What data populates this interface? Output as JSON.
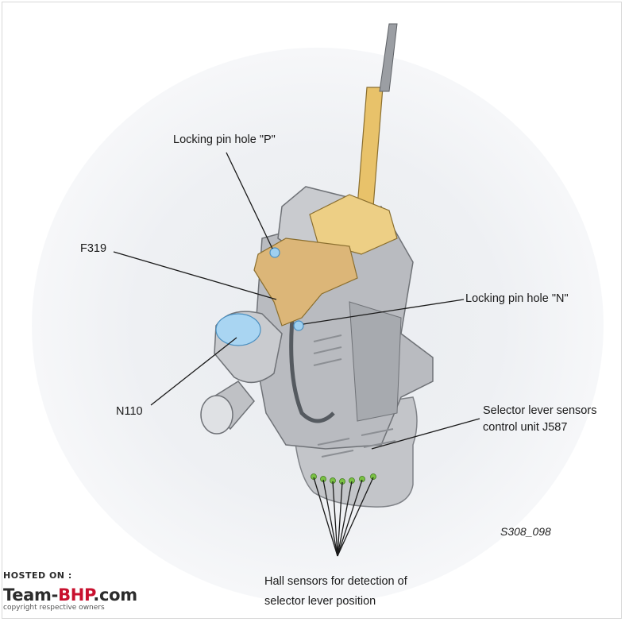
{
  "labels": {
    "locking_pin_p": "Locking pin hole \"P\"",
    "f319": "F319",
    "locking_pin_n": "Locking pin hole \"N\"",
    "n110": "N110",
    "selector_sensors_line1": "Selector lever sensors",
    "selector_sensors_line2": "control unit J587",
    "hall_sensors_line1": "Hall sensors for detection of",
    "hall_sensors_line2": "selector lever position"
  },
  "figure_id": "S308_098",
  "watermark": {
    "hosted_on": "HOSTED ON :",
    "brand_prefix": "Team-",
    "brand_red": "BHP",
    "brand_suffix": ".com",
    "copyright": "copyright respective owners"
  },
  "colors": {
    "lever": "#e8c26a",
    "bracket": "#d9b477",
    "housing": "#b7b9bd",
    "housing_dark": "#8d9095",
    "solenoid_blue": "#8fc6ea",
    "hall_sensor": "#7ac143",
    "brand_red": "#c8102e"
  }
}
